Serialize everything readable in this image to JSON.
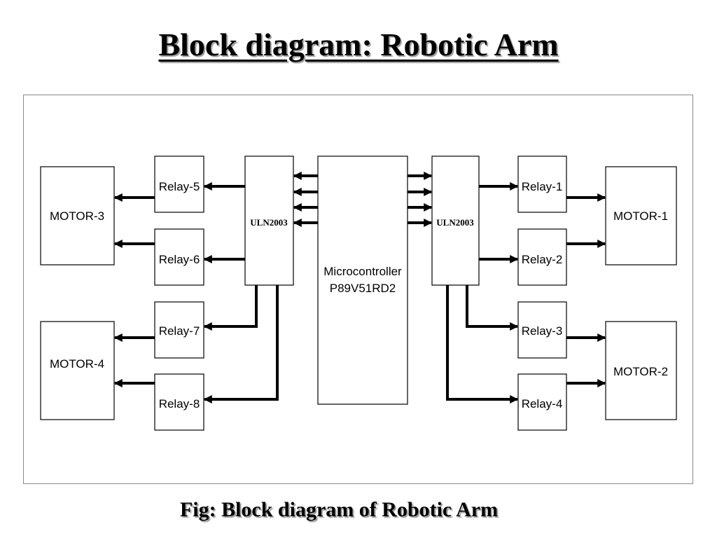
{
  "title": "Block diagram: Robotic Arm",
  "caption": "Fig: Block diagram of Robotic Arm",
  "blocks": {
    "microcontroller": {
      "line1": "Microcontroller",
      "line2": "P89V51RD2"
    },
    "uln_left": "ULN2003",
    "uln_right": "ULN2003",
    "relay_1": "Relay-1",
    "relay_2": "Relay-2",
    "relay_3": "Relay-3",
    "relay_4": "Relay-4",
    "relay_5": "Relay-5",
    "relay_6": "Relay-6",
    "relay_7": "Relay-7",
    "relay_8": "Relay-8",
    "motor_1": "MOTOR-1",
    "motor_2": "MOTOR-2",
    "motor_3": "MOTOR-3",
    "motor_4": "MOTOR-4"
  }
}
